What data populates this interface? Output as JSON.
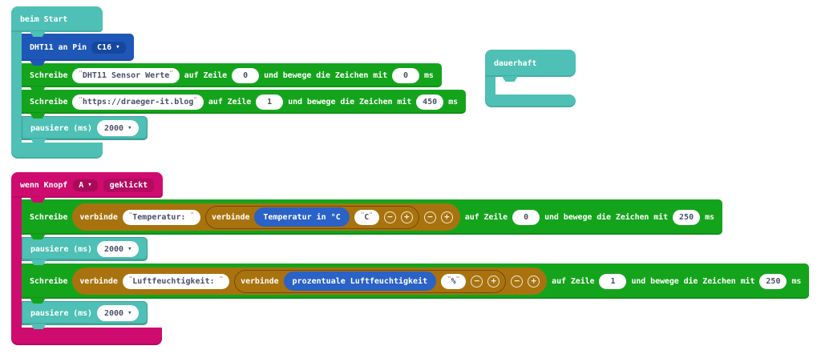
{
  "colors": {
    "basic_teal": "#4EC0B5",
    "lcd_green": "#14A41C",
    "sensor_blue": "#1F57B8",
    "reporter_blue": "#2A62C8",
    "text_brown": "#A8730E",
    "input_magenta": "#CE0B6E"
  },
  "on_start": {
    "title": "beim Start",
    "dht11": {
      "label": "DHT11 an Pin",
      "pin": "C16"
    },
    "write_rows": [
      {
        "write": "Schreibe",
        "text": "DHT11 Sensor Werte",
        "on_line": "auf Zeile",
        "line": "0",
        "move": "und bewege die Zeichen mit",
        "speed": "0",
        "unit": "ms"
      },
      {
        "write": "Schreibe",
        "text": "https://draeger-it.blog",
        "on_line": "auf Zeile",
        "line": "1",
        "move": "und bewege die Zeichen mit",
        "speed": "450",
        "unit": "ms"
      }
    ],
    "pause": {
      "label": "pausiere (ms)",
      "value": "2000"
    }
  },
  "forever": {
    "title": "dauerhaft"
  },
  "on_button": {
    "when": "wenn Knopf",
    "button": "A",
    "clicked": "geklickt",
    "write_rows": [
      {
        "write": "Schreibe",
        "join": "verbinde",
        "prefix": "Temperatur: ",
        "join2": "verbinde",
        "value": "Temperatur in °C",
        "suffix": "C",
        "on_line": "auf Zeile",
        "line": "0",
        "move": "und bewege die Zeichen mit",
        "speed": "250",
        "unit": "ms"
      },
      {
        "write": "Schreibe",
        "join": "verbinde",
        "prefix": "Luftfeuchtigkeit: ",
        "join2": "verbinde",
        "value": "prozentuale Luftfeuchtigkeit",
        "suffix": "%",
        "on_line": "auf Zeile",
        "line": "1",
        "move": "und bewege die Zeichen mit",
        "speed": "250",
        "unit": "ms"
      }
    ],
    "pauses": [
      {
        "label": "pausiere (ms)",
        "value": "2000"
      },
      {
        "label": "pausiere (ms)",
        "value": "2000"
      }
    ]
  }
}
